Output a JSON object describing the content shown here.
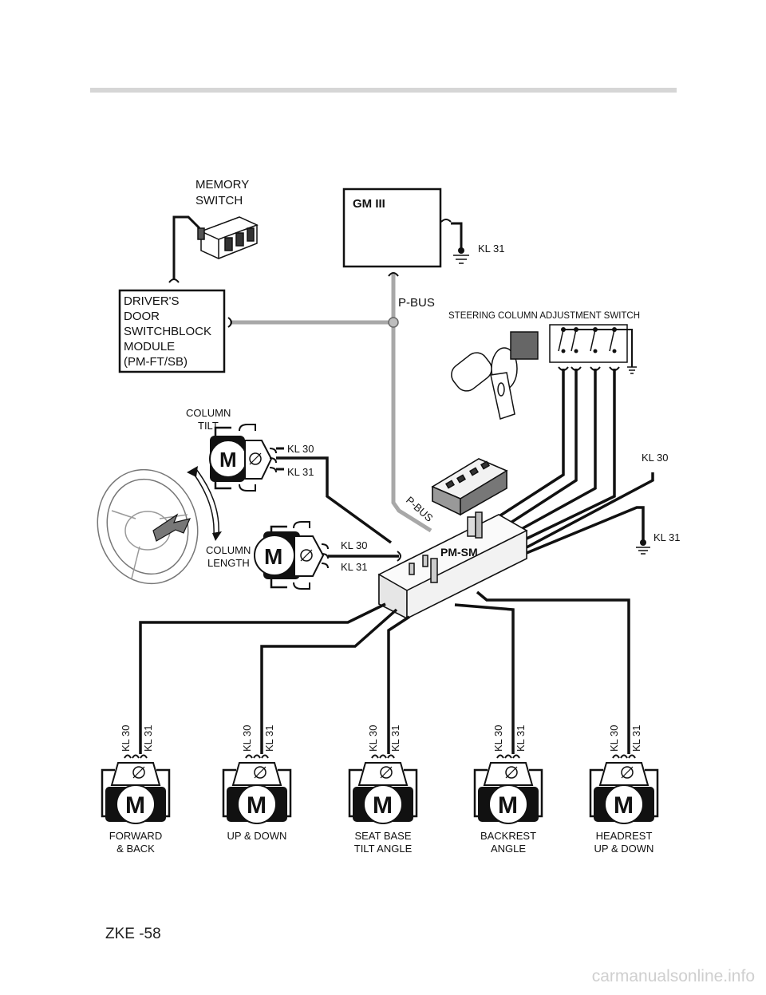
{
  "labels": {
    "memory_switch": [
      "MEMORY",
      "SWITCH"
    ],
    "gm": "GM III",
    "gm_ground": "KL 31",
    "pbus_top": "P-BUS",
    "pbus_diag": "P-BUS",
    "drivers_module": [
      "DRIVER'S",
      "DOOR",
      "SWITCHBLOCK",
      "MODULE",
      "(PM-FT/SB)"
    ],
    "steering_switch": "STEERING COLUMN ADJUSTMENT SWITCH",
    "column_tilt": [
      "COLUMN",
      "TILT"
    ],
    "column_length": [
      "COLUMN",
      "LENGTH"
    ],
    "kl30": "KL 30",
    "kl31": "KL 31",
    "pm_sm": "PM-SM",
    "motor_letter": "M"
  },
  "motors": [
    {
      "name": [
        "FORWARD",
        "& BACK"
      ],
      "kl30": "KL 30",
      "kl31": "KL 31"
    },
    {
      "name": [
        "UP & DOWN"
      ],
      "kl30": "KL 30",
      "kl31": "KL 31"
    },
    {
      "name": [
        "SEAT BASE",
        "TILT ANGLE"
      ],
      "kl30": "KL 30",
      "kl31": "KL 31"
    },
    {
      "name": [
        "BACKREST",
        "ANGLE"
      ],
      "kl30": "KL 30",
      "kl31": "KL 31"
    },
    {
      "name": [
        "HEADREST",
        "UP & DOWN"
      ],
      "kl30": "KL 30",
      "kl31": "KL 31"
    }
  ],
  "footer": "ZKE -58",
  "watermark": "carmanualsonline.info"
}
